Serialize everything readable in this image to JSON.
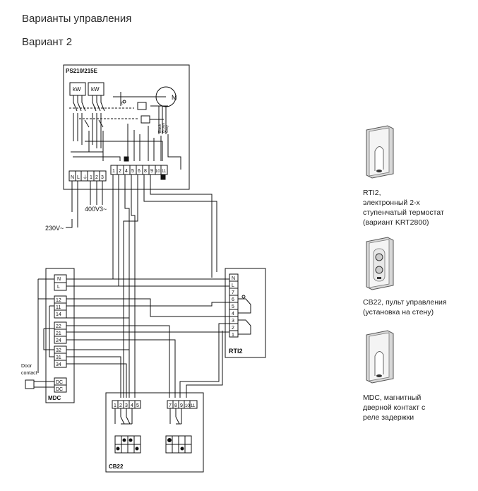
{
  "heading": "Варианты управления",
  "subheading": "Вариант 2",
  "blocks": {
    "ps": "PS210/215E",
    "mdc": "MDC",
    "rti": "RTI2",
    "cb": "CB22"
  },
  "ps_heater_labels": [
    "kW",
    "kW"
  ],
  "ps_power_terminals": [
    "N",
    "L",
    "⏚",
    "1",
    "2",
    "3"
  ],
  "ps_control_terminals": [
    "1",
    "2",
    "4",
    "5",
    "6",
    "8",
    "9",
    "10",
    "11"
  ],
  "motor_label": "M",
  "motor_wires": [
    "Black",
    "Brown",
    "Grey"
  ],
  "thermal_label": "t°",
  "supply": {
    "v400": "400V3~",
    "v230": "230V~"
  },
  "mdc_terminals": [
    "N",
    "L",
    "12",
    "11",
    "14",
    "22",
    "21",
    "24",
    "32",
    "31",
    "34",
    "DC",
    "DC"
  ],
  "door_contact": [
    "Door",
    "contact"
  ],
  "rti_terminals": [
    "N",
    "L",
    "7",
    "6",
    "5",
    "4",
    "3",
    "2",
    "1"
  ],
  "cb_terminals_left": [
    "1",
    "2",
    "3",
    "4",
    "5"
  ],
  "cb_terminals_right": [
    "7",
    "8",
    "9",
    "10",
    "11"
  ],
  "products": [
    {
      "name": "RTI2",
      "lines": [
        "RTI2,",
        "электронный 2-х",
        "ступенчатый термостат",
        "(вариант KRT2800)"
      ]
    },
    {
      "name": "CB22",
      "lines": [
        "CB22, пульт управления",
        "(установка на стену)"
      ]
    },
    {
      "name": "MDC",
      "lines": [
        "MDC, магнитный",
        "дверной контакт с",
        "реле задержки"
      ]
    }
  ]
}
